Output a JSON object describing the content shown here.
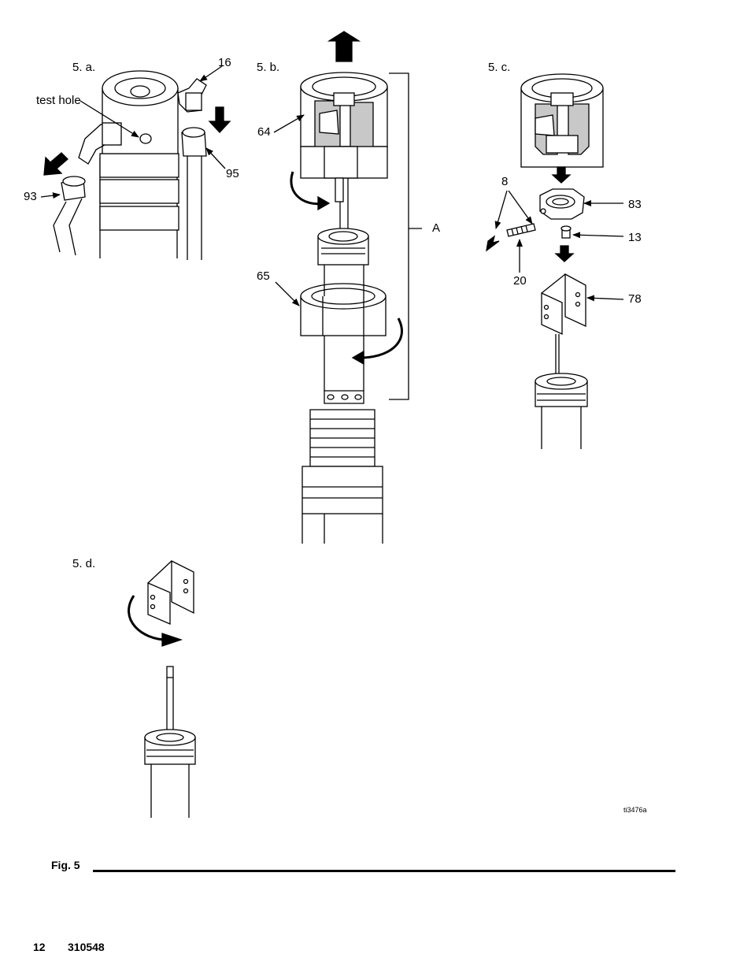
{
  "steps": {
    "a": "5. a.",
    "b": "5. b.",
    "c": "5. c.",
    "d": "5. d."
  },
  "callouts": {
    "test_hole": "test hole",
    "p16": "16",
    "p95": "95",
    "p93": "93",
    "p64": "64",
    "p65": "65",
    "assembly_a": "A",
    "p8": "8",
    "p83": "83",
    "p13": "13",
    "p20": "20",
    "p78": "78"
  },
  "image_code": "ti3476a",
  "figure_caption": "Fig. 5",
  "footer": {
    "page_number": "12",
    "manual_number": "310548"
  }
}
